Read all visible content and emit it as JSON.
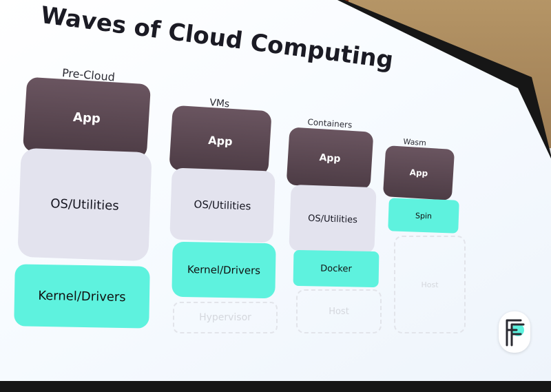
{
  "slide": {
    "title": "Waves of Cloud Computing",
    "columns": [
      {
        "title": "Pre-Cloud",
        "layers": [
          {
            "label": "App",
            "kind": "app"
          },
          {
            "label": "OS/Utilities",
            "kind": "os"
          },
          {
            "label": "Kernel/Drivers",
            "kind": "kernel"
          }
        ]
      },
      {
        "title": "VMs",
        "layers": [
          {
            "label": "App",
            "kind": "app"
          },
          {
            "label": "OS/Utilities",
            "kind": "os"
          },
          {
            "label": "Kernel/Drivers",
            "kind": "kernel"
          },
          {
            "label": "Hypervisor",
            "kind": "ghost"
          }
        ]
      },
      {
        "title": "Containers",
        "layers": [
          {
            "label": "App",
            "kind": "app"
          },
          {
            "label": "OS/Utilities",
            "kind": "os"
          },
          {
            "label": "Docker",
            "kind": "kernel"
          },
          {
            "label": "Host",
            "kind": "ghost"
          }
        ]
      },
      {
        "title": "Wasm",
        "layers": [
          {
            "label": "App",
            "kind": "app"
          },
          {
            "label": "Spin",
            "kind": "kernel"
          },
          {
            "label": "Host",
            "kind": "ghost"
          }
        ]
      }
    ],
    "logo_icon": "fermyon-logo-icon"
  },
  "colors": {
    "app": "#4d3c45",
    "os": "#e3e3ee",
    "kernel": "#5ef2de",
    "ghost_border": "#e2e4ea"
  }
}
